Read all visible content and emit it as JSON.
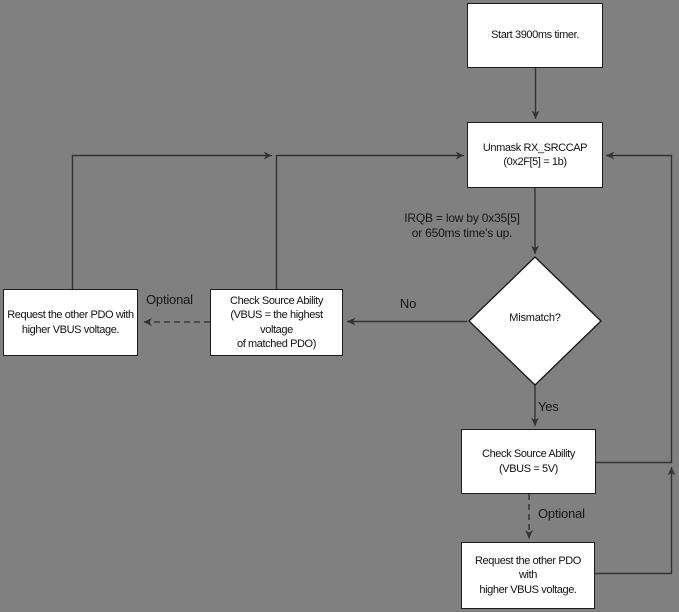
{
  "colors": {
    "background": "#808080",
    "node_fill": "#ffffff",
    "node_border": "#1c1c1c",
    "connector": "#323232",
    "text": "#111111"
  },
  "nodes": {
    "start": {
      "label": "Start 3900ms timer."
    },
    "unmask": {
      "label": "Unmask RX_SRCCAP\n(0x2F[5] = 1b)"
    },
    "mismatch": {
      "label": "Mismatch?"
    },
    "check_highest": {
      "label": "Check Source Ability\n(VBUS = the highest voltage\nof matched PDO)"
    },
    "request_left": {
      "label": "Request the other PDO with\nhigher VBUS voltage."
    },
    "check_5v": {
      "label": "Check Source Ability\n(VBUS = 5V)"
    },
    "request_bottom": {
      "label": "Request the other PDO with\nhigher VBUS voltage."
    }
  },
  "edges": [
    {
      "from": "start",
      "to": "unmask",
      "style": "solid",
      "label": ""
    },
    {
      "from": "unmask",
      "to": "mismatch",
      "style": "solid",
      "label": "IRQB = low by 0x35[5]\nor 650ms time's up."
    },
    {
      "from": "mismatch",
      "to": "check_highest",
      "style": "solid",
      "label": "No"
    },
    {
      "from": "mismatch",
      "to": "check_5v",
      "style": "solid",
      "label": "Yes"
    },
    {
      "from": "check_highest",
      "to": "unmask",
      "style": "solid",
      "label": ""
    },
    {
      "from": "request_left",
      "to": "unmask-feedback-junction",
      "style": "solid",
      "label": ""
    },
    {
      "from": "check_5v",
      "to": "unmask",
      "style": "solid",
      "label": ""
    },
    {
      "from": "request_bottom",
      "to": "unmask-feedback-junction-right",
      "style": "solid",
      "label": ""
    },
    {
      "from": "check_highest",
      "to": "request_left",
      "style": "dashed",
      "label": "Optional"
    },
    {
      "from": "check_5v",
      "to": "request_bottom",
      "style": "dashed",
      "label": "Optional"
    }
  ]
}
